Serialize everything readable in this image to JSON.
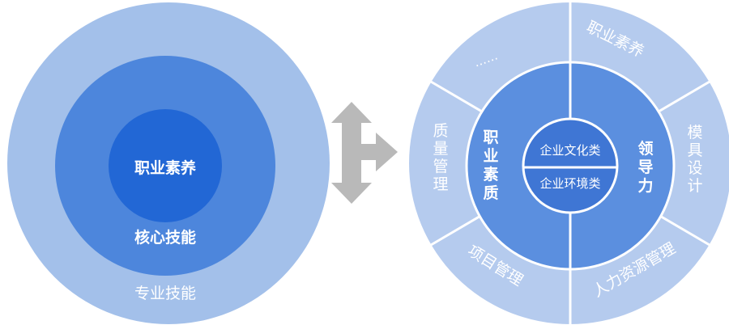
{
  "left": {
    "inner_label": "职业素养",
    "middle_label": "核心技能",
    "outer_label": "专业技能"
  },
  "right": {
    "center_top": "企业文化类",
    "center_bottom": "企业环境类",
    "ring_left": "职业素质",
    "ring_right": "领导力",
    "outer_segments": [
      "……",
      "职业素养",
      "模具设计",
      "人力资源管理",
      "项目管理",
      "质量管理"
    ]
  },
  "colors": {
    "outer_left": "#a3c0ea",
    "middle_left": "#4d86dc",
    "inner_left": "#2267d5",
    "outer_right": "#b5cbee",
    "middle_right": "#5b8fdf",
    "center_right": "#3f76d4",
    "arrow": "#b9b9b9"
  }
}
